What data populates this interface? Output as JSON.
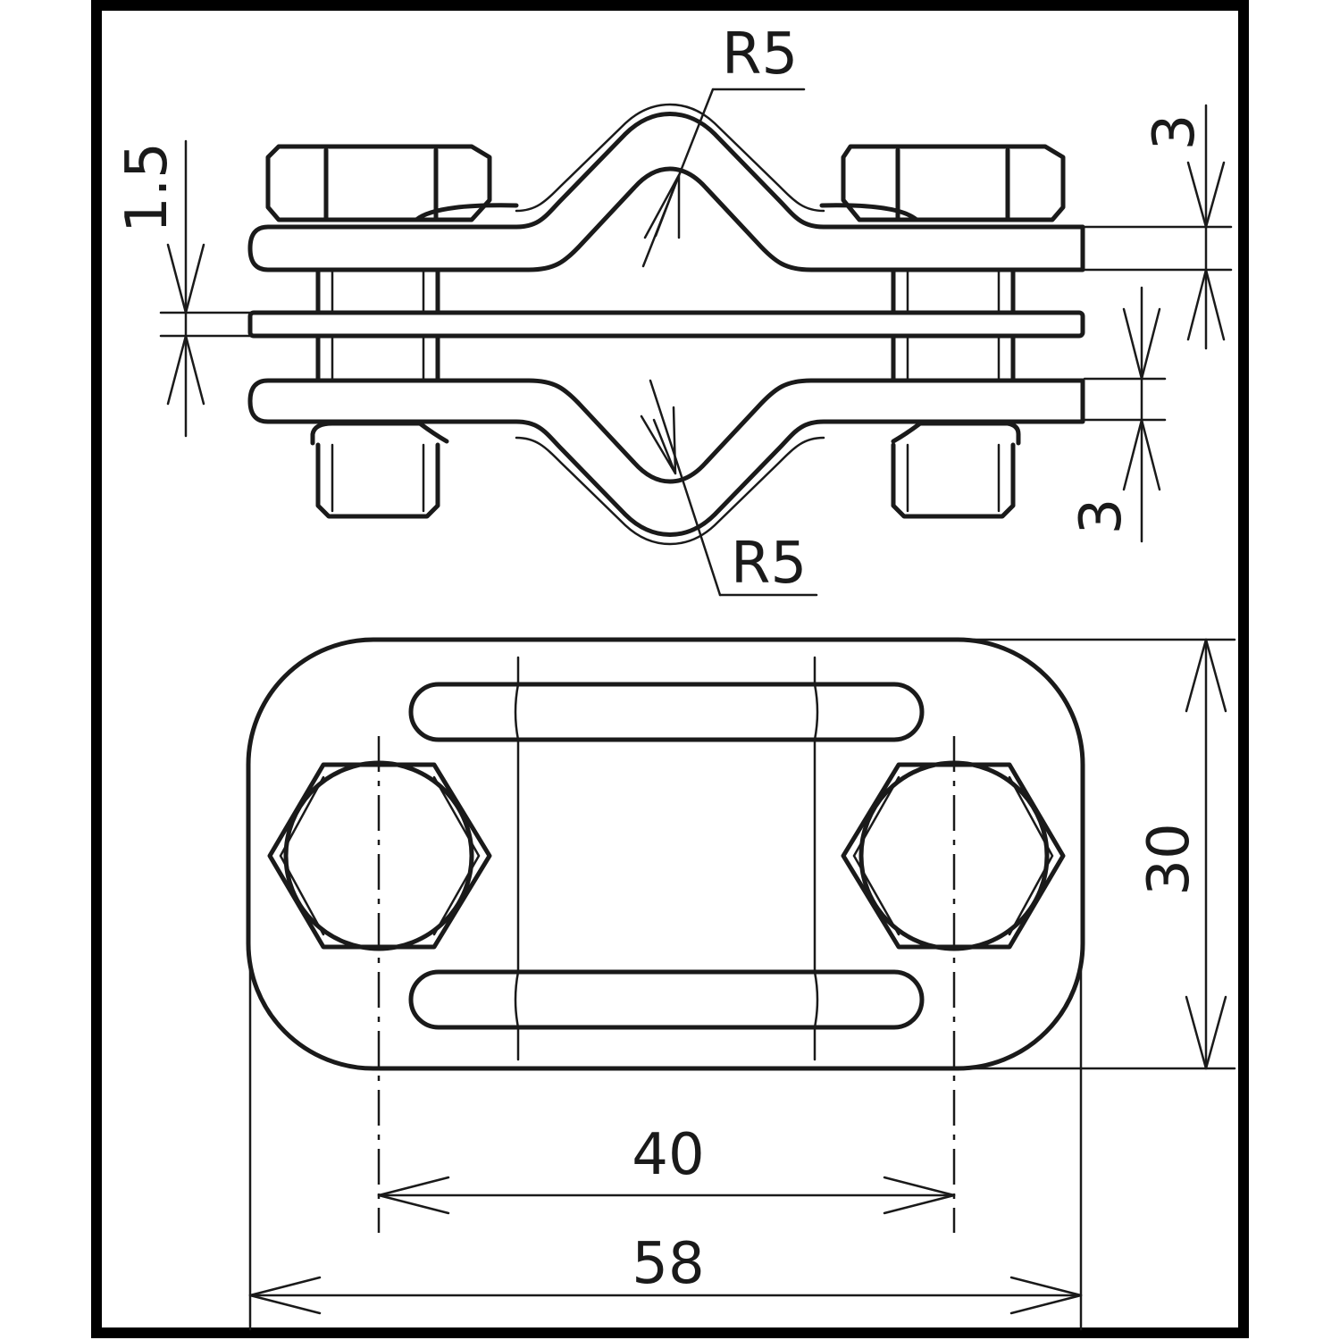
{
  "dimensions": {
    "radius_top": "R5",
    "radius_bottom": "R5",
    "plate_thickness_top": "3",
    "plate_thickness_bottom": "3",
    "middle_strip_thickness": "1.5",
    "width": "30",
    "hole_spacing": "40",
    "overall_length": "58"
  },
  "colors": {
    "line": "#1a1a1a",
    "frame": "#000000",
    "background": "#ffffff"
  }
}
